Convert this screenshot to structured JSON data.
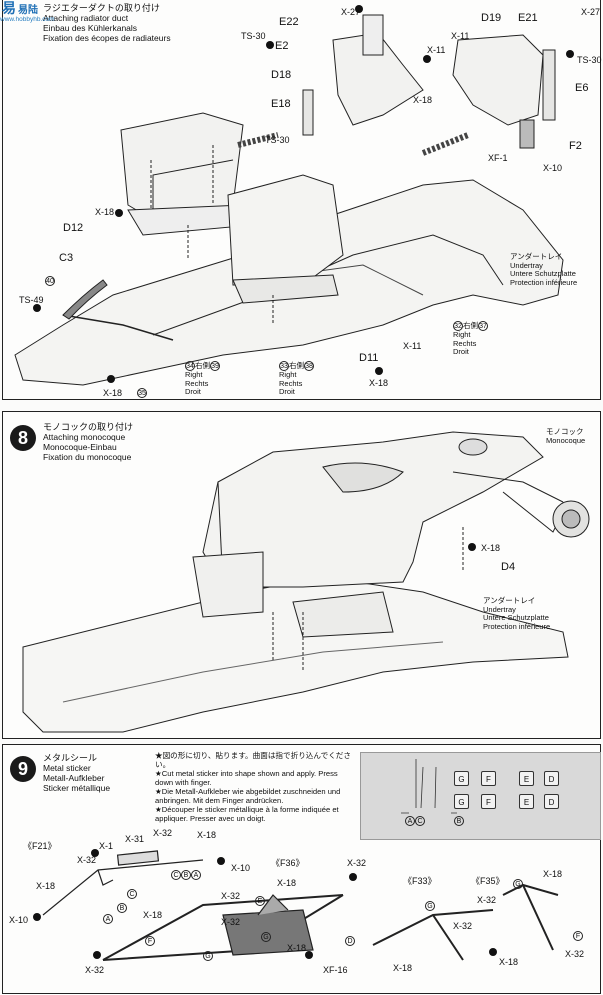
{
  "watermark": {
    "line1": "易",
    "line2": "www.hobbyhb.com",
    "brand": "易陆"
  },
  "step7": {
    "title_jp": "ラジエターダクトの取り付け",
    "title_en": "Attaching radiator duct",
    "title_de": "Einbau des Kühlerkanals",
    "title_fr": "Fixation des écopes de radiateurs",
    "labels": {
      "x27a": "X-27",
      "e22": "E22",
      "ts30a": "TS-30",
      "e2": "E2",
      "x11a": "X-11",
      "d18": "D18",
      "x18a": "X-18",
      "e18": "E18",
      "ts30b": "TS-30",
      "d19": "D19",
      "e21": "E21",
      "x11b": "X-11",
      "x27b": "X-27",
      "ts30c": "TS-30",
      "e6": "E6",
      "xf1": "XF-1",
      "f2": "F2",
      "x10": "X-10",
      "x18b": "X-18",
      "d12": "D12",
      "c3": "C3",
      "n40": "40",
      "ts49": "TS-49",
      "x18c": "X-18",
      "n35": "35",
      "x11c": "X-11",
      "d11": "D11",
      "x18d": "X-18"
    },
    "undertray": {
      "jp": "アンダートレイ",
      "en": "Undertray",
      "de": "Untere Schutzplatte",
      "fr": "Protection inférieure"
    },
    "right1": {
      "num": "32",
      "jp": "右側",
      "num2": "37",
      "en": "Right",
      "de": "Rechts",
      "fr": "Droit"
    },
    "right2": {
      "num": "34",
      "jp": "右側",
      "num2": "39",
      "en": "Right",
      "de": "Rechts",
      "fr": "Droit"
    },
    "right3": {
      "num": "33",
      "jp": "右側",
      "num2": "38",
      "en": "Right",
      "de": "Rechts",
      "fr": "Droit"
    }
  },
  "step8": {
    "number": "8",
    "title_jp": "モノコックの取り付け",
    "title_en": "Attaching monocoque",
    "title_de": "Monocoque-Einbau",
    "title_fr": "Fixation du monocoque",
    "monocoque": {
      "jp": "モノコック",
      "en": "Monocoque"
    },
    "x18": "X-18",
    "d4": "D4",
    "undertray": {
      "jp": "アンダートレイ",
      "en": "Undertray",
      "de": "Untere Schutzplatte",
      "fr": "Protection inférieure"
    }
  },
  "step9": {
    "number": "9",
    "title_jp": "メタルシール",
    "title_en": "Metal sticker",
    "title_de": "Metall-Aufkleber",
    "title_fr": "Sticker métallique",
    "notes": [
      "★図の形に切り、貼ります。曲面は指で折り込んでください。",
      "★Cut metal sticker into shape shown and apply. Press down with finger.",
      "★Die Metall-Aufkleber wie abgebildet zuschneiden und anbringen. Mit dem Finger andrücken.",
      "★Découper le sticker métallique à la forme indiquée et appliquer. Presser avec un doigt."
    ],
    "sticker_letters": [
      "G",
      "F",
      "E",
      "D"
    ],
    "arm_letters": {
      "a": "A",
      "c": "C",
      "b": "B"
    },
    "f21": {
      "name": "《F21》",
      "labels": [
        "X-1",
        "X-31",
        "X-32",
        "X-18",
        "X-32",
        "X-10",
        "X-18",
        "X-10"
      ],
      "letters": [
        "C",
        "B",
        "A",
        "C",
        "B",
        "A"
      ]
    },
    "f36": {
      "name": "《F36》",
      "labels": [
        "X-32",
        "X-18",
        "X-32",
        "X-18",
        "X-32",
        "X-18",
        "XF-16",
        "X-32"
      ],
      "letters": [
        "E",
        "G",
        "D",
        "F",
        "G"
      ]
    },
    "f33": {
      "name": "《F33》",
      "labels": [
        "X-32",
        "X-18"
      ],
      "letters": [
        "G"
      ]
    },
    "f35": {
      "name": "《F35》",
      "labels": [
        "X-18",
        "X-32",
        "X-32",
        "X-18"
      ],
      "letters": [
        "G",
        "F"
      ]
    }
  }
}
